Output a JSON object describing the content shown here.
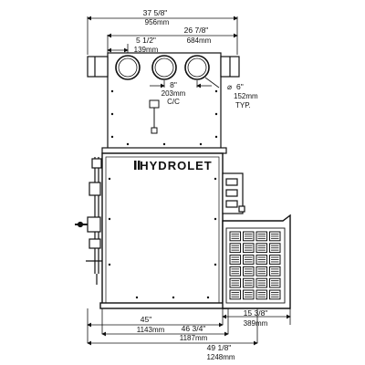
{
  "dimensions": {
    "overall_top": {
      "imperial": "37  5/8\"",
      "metric": "956mm"
    },
    "top_right": {
      "imperial": "26 7/8\"",
      "metric": "684mm"
    },
    "top_inner": {
      "imperial": "5 1/2\"",
      "metric": "139mm"
    },
    "center_to_center": {
      "imperial": "8\"",
      "metric": "203mm",
      "note": "C/C"
    },
    "duct_diameter": {
      "symbol": "⌀",
      "imperial": "6\"",
      "metric": "152mm",
      "note": "TYP."
    },
    "bottom_1": {
      "imperial": "45\"",
      "metric": "1143mm"
    },
    "bottom_2": {
      "imperial": "46 3/4\"",
      "metric": "1187mm"
    },
    "bottom_3": {
      "imperial": "49 1/8\"",
      "metric": "1248mm"
    },
    "side_panel": {
      "imperial": "15 3/8\"",
      "metric": "389mm"
    }
  },
  "brand": "HYDROLET",
  "colors": {
    "line": "#111111",
    "background": "#ffffff",
    "louver": "#222222"
  }
}
